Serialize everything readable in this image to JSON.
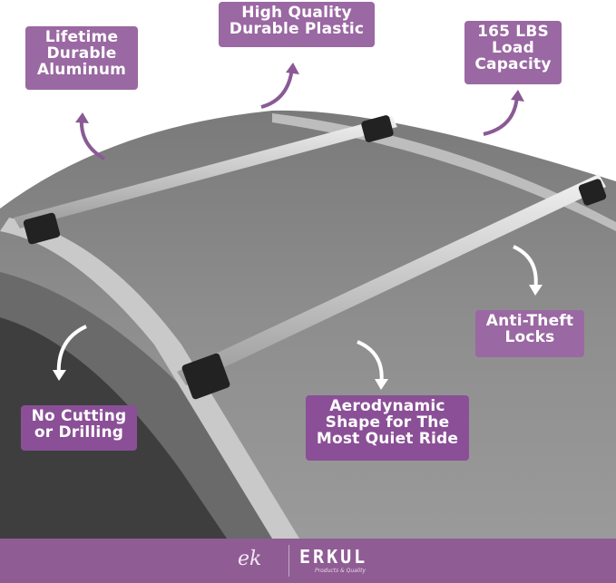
{
  "product": {
    "subject": "Car roof with aluminum crossbar roof rack",
    "colors": {
      "label_bg": "#9a68a2",
      "label_text": "#ffffff",
      "footer_bg": "#8f5d94",
      "car_gray": "#8c8c8c"
    }
  },
  "features": [
    {
      "id": "aluminum",
      "lines": [
        "Lifetime",
        "Durable",
        "Aluminum"
      ],
      "arrow": "up-arrow-icon"
    },
    {
      "id": "plastic",
      "lines": [
        "High Quality",
        "Durable Plastic"
      ],
      "arrow": "up-arrow-icon"
    },
    {
      "id": "capacity",
      "lines": [
        "165 LBS",
        "Load",
        "Capacity"
      ],
      "arrow": "up-arrow-icon"
    },
    {
      "id": "locks",
      "lines": [
        "Anti-Theft",
        "Locks"
      ],
      "arrow": "down-arrow-icon"
    },
    {
      "id": "no-drilling",
      "lines": [
        "No Cutting",
        "or Drilling"
      ],
      "arrow": "down-arrow-icon"
    },
    {
      "id": "aerodynamic",
      "lines": [
        "Aerodynamic",
        "Shape for The",
        "Most Quiet Ride"
      ],
      "arrow": "down-arrow-icon"
    }
  ],
  "footer": {
    "script_logo": "ek",
    "brand": "ERKUL",
    "tagline": "Products & Quality"
  }
}
